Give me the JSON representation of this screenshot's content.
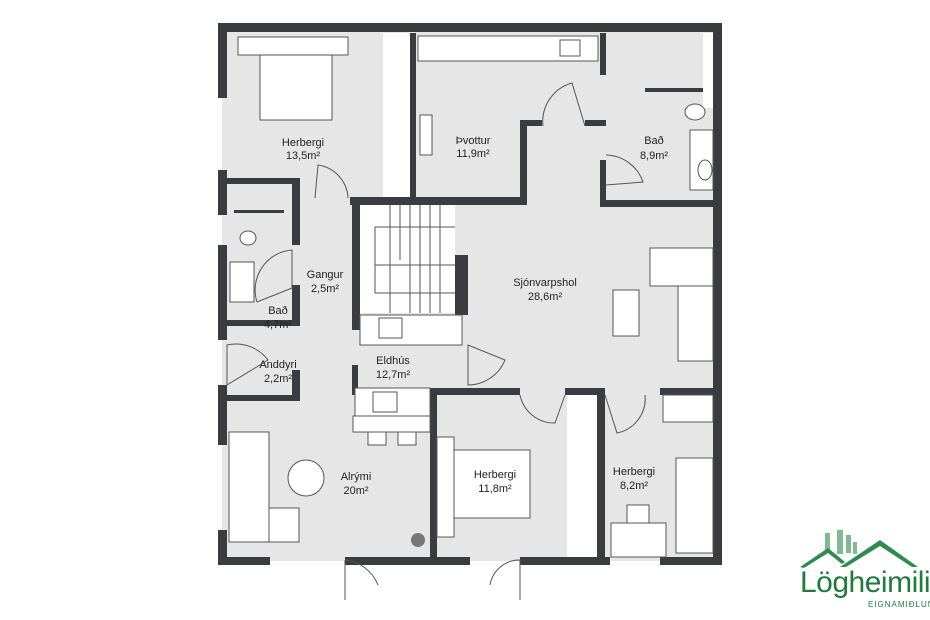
{
  "rooms": [
    {
      "name": "Herbergi",
      "area": "13,5m²"
    },
    {
      "name": "Þvottur",
      "area": "11,9m²"
    },
    {
      "name": "Bað",
      "area": "8,9m²"
    },
    {
      "name": "Gangur",
      "area": "2,5m²"
    },
    {
      "name": "Sjónvarpshol",
      "area": "28,6m²"
    },
    {
      "name": "Bað",
      "area": "4,7m²"
    },
    {
      "name": "Anddyri",
      "area": "2,2m²"
    },
    {
      "name": "Eldhús",
      "area": "12,7m²"
    },
    {
      "name": "Alrými",
      "area": "20m²"
    },
    {
      "name": "Herbergi",
      "area": "11,8m²"
    },
    {
      "name": "Herbergi",
      "area": "8,2m²"
    }
  ],
  "logo": {
    "name": "Lögheimili",
    "tagline": "EIGNAMIÐLUN",
    "color": "#1f7a3e"
  },
  "colors": {
    "wall": "#3b3c40",
    "floor": "#e6e6e6"
  }
}
